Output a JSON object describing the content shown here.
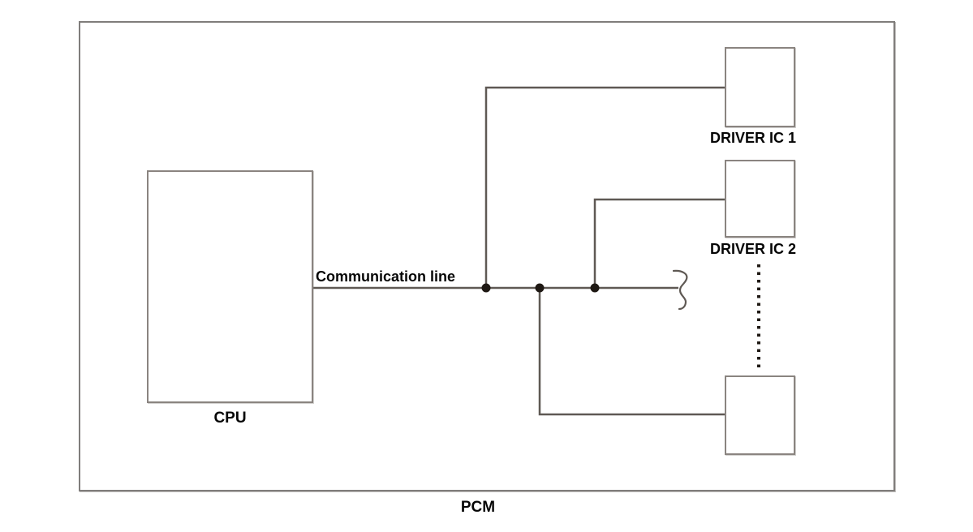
{
  "diagram": {
    "pcm_label": "PCM",
    "cpu_label": "CPU",
    "communication_line_label": "Communication line",
    "driver_ic_1_label": "DRIVER IC 1",
    "driver_ic_2_label": "DRIVER IC 2",
    "unlabeled_driver_box": "",
    "colors": {
      "wire": "#5f5954",
      "junction_dot": "#1e1813",
      "box_border": "#8a8480",
      "outer_border": "#807d7b",
      "text": "#060606",
      "background": "#ffffff"
    }
  }
}
